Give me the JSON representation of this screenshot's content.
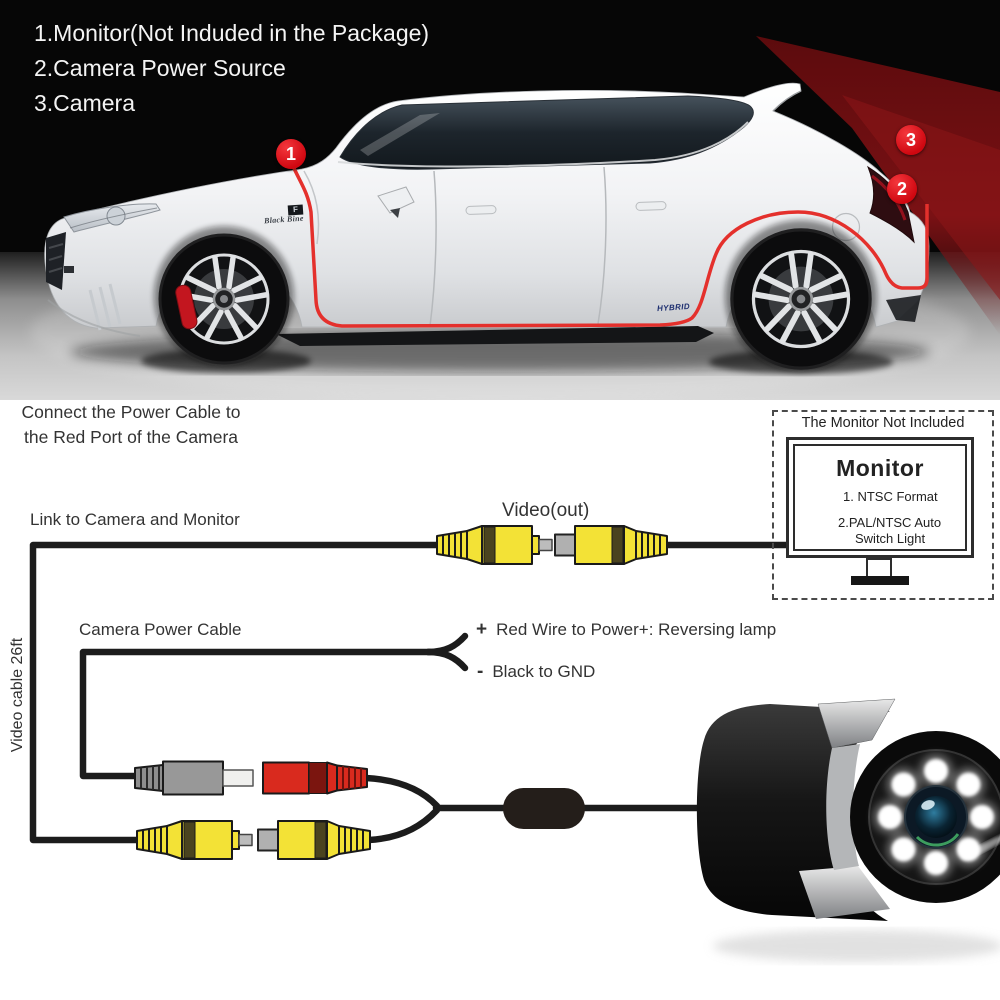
{
  "photo": {
    "overlay_lines": [
      "1.Monitor(Not Induded in the Package)",
      "2.Camera Power Source",
      "3.Camera"
    ],
    "markers": [
      "1",
      "2",
      "3"
    ],
    "car_badges": {
      "fsport": "F",
      "edition": "Black Bine",
      "hybrid": "HYBRID"
    },
    "colors": {
      "marker_red": "#e0131a",
      "wire_red": "#e4302c",
      "backdrop": "#000000",
      "red_light_wedge": "#5c0b0d"
    }
  },
  "diagram": {
    "link_label": "Link to Camera and Monitor",
    "video_out_label": "Video(out)",
    "cable_length_label": "Video cable 26ft",
    "power_cable_label": "Camera Power Cable",
    "plus_sign": "+",
    "plus_label": "Red Wire to Power+: Reversing lamp",
    "minus_sign": "-",
    "minus_label": "Black to GND",
    "connect_note_line1": "Connect the Power Cable to",
    "connect_note_line2": "the Red Port of the Camera",
    "monitor": {
      "note": "The Monitor Not Included",
      "title": "Monitor",
      "items": [
        "1. NTSC Format",
        "2.PAL/NTSC Auto",
        "Switch Light"
      ]
    },
    "colors": {
      "connector_yellow": "#f3e236",
      "connector_red": "#d92a1e",
      "connector_gray": "#989898",
      "cable_black": "#1c1c1c"
    }
  }
}
